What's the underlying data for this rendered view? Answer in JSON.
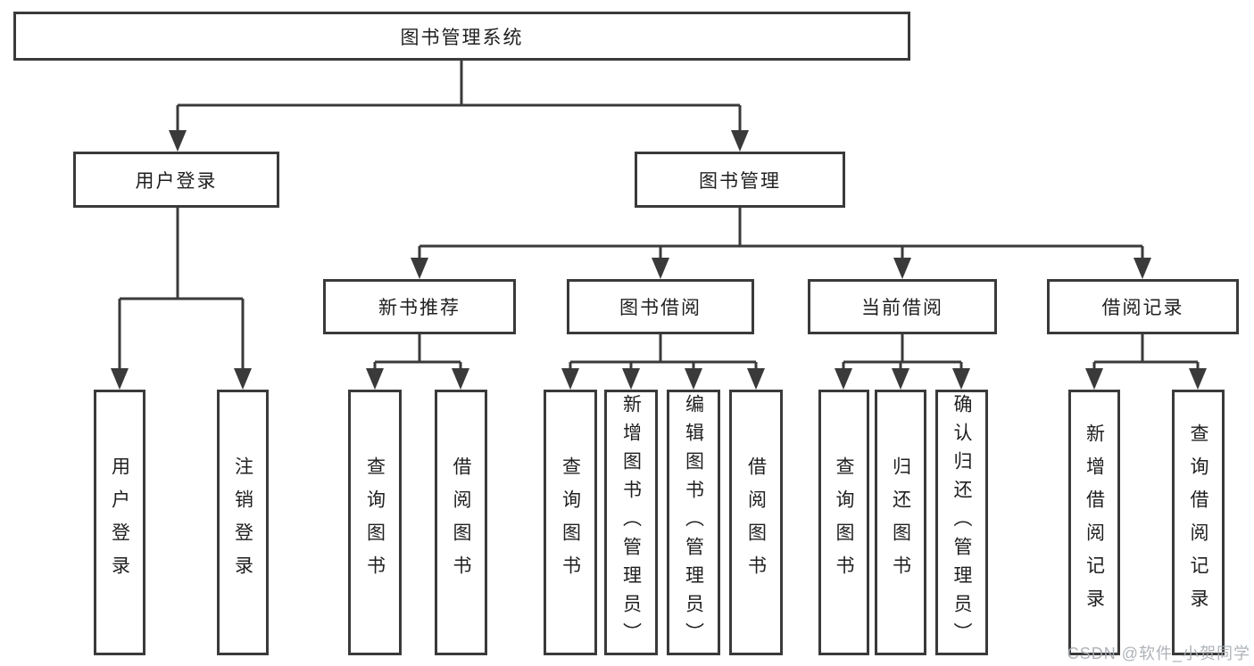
{
  "diagram_type": "hierarchy-tree",
  "colors": {
    "background": "#ffffff",
    "line": "#3a3a3a",
    "box_border": "#3a3a3a",
    "text": "#1f1f1f",
    "watermark": "#a8adb3"
  },
  "watermark": "CSDN @软件_小贺同学",
  "tree": {
    "root": "图书管理系统",
    "b1": {
      "label": "用户登录",
      "c1": "用户登录",
      "c2": "注销登录"
    },
    "b2": {
      "label": "图书管理",
      "g1": {
        "label": "新书推荐",
        "c1": "查询图书",
        "c2": "借阅图书"
      },
      "g2": {
        "label": "图书借阅",
        "c1": "查询图书",
        "c2": "新增图书（管理员）",
        "c3": "编辑图书（管理员）",
        "c4": "借阅图书"
      },
      "g3": {
        "label": "当前借阅",
        "c1": "查询图书",
        "c2": "归还图书",
        "c3": "确认归还（管理员）"
      },
      "g4": {
        "label": "借阅记录",
        "c1": "新增借阅记录",
        "c2": "查询借阅记录"
      }
    }
  }
}
